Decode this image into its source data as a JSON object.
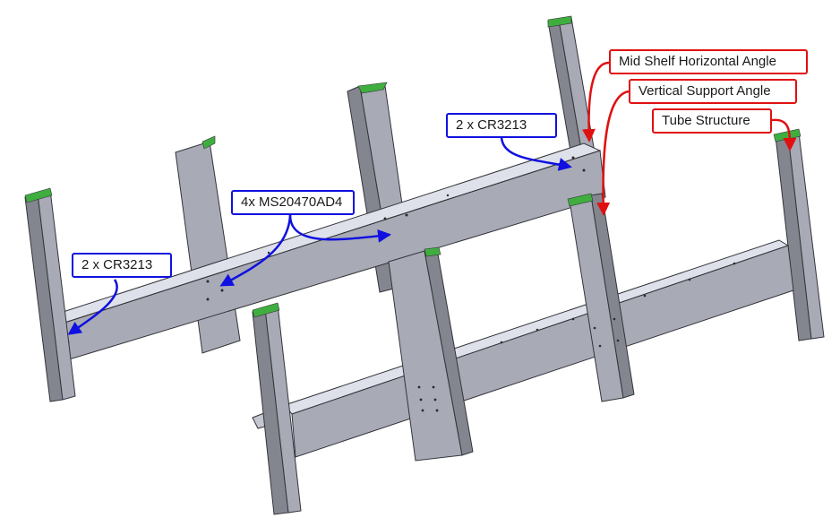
{
  "callouts": {
    "cr3213_top": {
      "label": "2 x CR3213",
      "color": "#1010e0"
    },
    "ms20470": {
      "label": "4x MS20470AD4",
      "color": "#1010e0"
    },
    "cr3213_left": {
      "label": "2 x CR3213",
      "color": "#1010e0"
    },
    "mid_shelf": {
      "label": "Mid Shelf Horizontal Angle",
      "color": "#e01010"
    },
    "vertical_support": {
      "label": "Vertical Support Angle",
      "color": "#e01010"
    },
    "tube_structure": {
      "label": "Tube Structure",
      "color": "#e01010"
    }
  },
  "colors": {
    "steel_light": "#c4c6d0",
    "steel_mid": "#a8aab6",
    "steel_dark": "#84868f",
    "steel_edge": "#33343a",
    "cap_green": "#3fae3f",
    "blue_arrow": "#1010e0",
    "red_arrow": "#e01010"
  }
}
